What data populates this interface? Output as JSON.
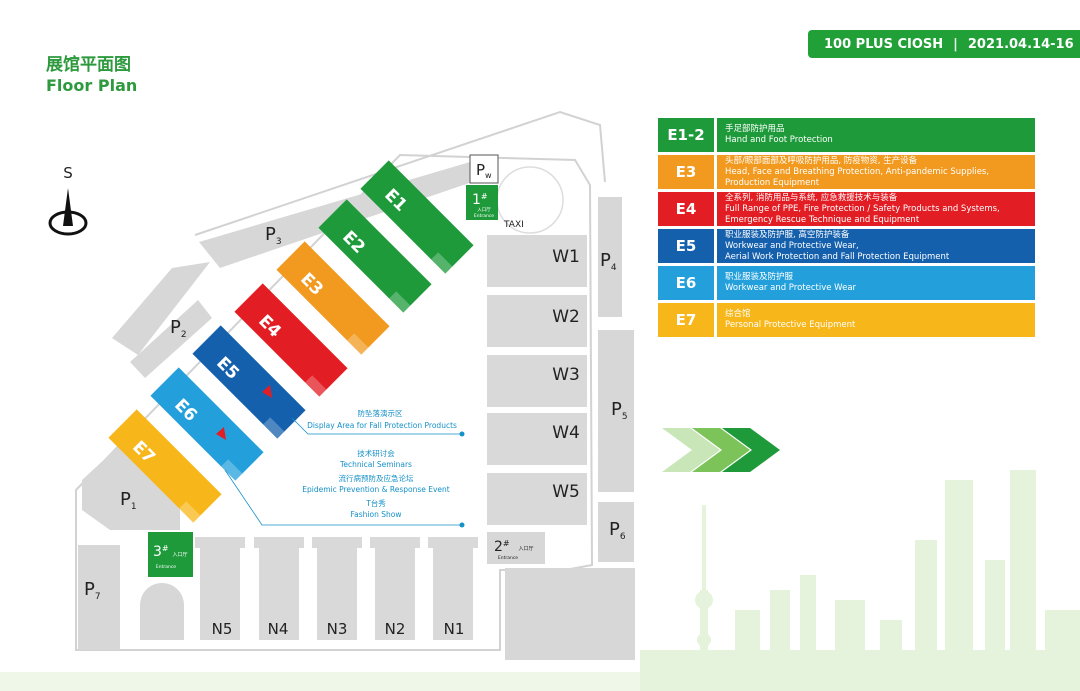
{
  "header": {
    "title_cn": "展馆平面图",
    "title_en": "Floor Plan",
    "event_name": "100 PLUS CIOSH",
    "separator": "|",
    "event_date": "2021.04.14-16"
  },
  "compass": {
    "label": "S"
  },
  "halls": [
    {
      "code": "E1",
      "color": "#1e9a3b"
    },
    {
      "code": "E2",
      "color": "#1e9a3b"
    },
    {
      "code": "E3",
      "color": "#f29a1f"
    },
    {
      "code": "E4",
      "color": "#e31d24"
    },
    {
      "code": "E5",
      "color": "#1560ad"
    },
    {
      "code": "E6",
      "color": "#23a0dc"
    },
    {
      "code": "E7",
      "color": "#f7b71a"
    }
  ],
  "west_halls": [
    "W1",
    "W2",
    "W3",
    "W4",
    "W5"
  ],
  "north_halls": [
    "N5",
    "N4",
    "N3",
    "N2",
    "N1"
  ],
  "parking": {
    "p1": {
      "main": "P",
      "sub": "1"
    },
    "p2": {
      "main": "P",
      "sub": "2"
    },
    "p3": {
      "main": "P",
      "sub": "3"
    },
    "p4": {
      "main": "P",
      "sub": "4"
    },
    "p5": {
      "main": "P",
      "sub": "5"
    },
    "p6": {
      "main": "P",
      "sub": "6"
    },
    "p7": {
      "main": "P",
      "sub": "7"
    },
    "pw": {
      "main": "P",
      "sub": "w"
    }
  },
  "taxi": "TAXI",
  "entrances": {
    "e1": {
      "num": "1",
      "mark": "#",
      "cn": "入口厅",
      "en": "Entrance"
    },
    "e2": {
      "num": "2",
      "mark": "#",
      "cn": "入口厅",
      "en": "Entrance"
    },
    "e3": {
      "num": "3",
      "mark": "#",
      "cn": "入口厅",
      "en": "Entrance"
    }
  },
  "annotations": {
    "fall_cn": "防坠落演示区",
    "fall_en": "Display Area for Fall Protection Products",
    "seminar_cn": "技术研讨会",
    "seminar_en": "Technical Seminars",
    "epidemic_cn": "流行病预防及应急论坛",
    "epidemic_en": "Epidemic Prevention & Response Event",
    "fashion_cn": "T台秀",
    "fashion_en": "Fashion Show"
  },
  "legend": [
    {
      "code": "E1-2",
      "color": "#1e9a3b",
      "lines": [
        "手足部防护用品",
        "Hand and Foot Protection"
      ]
    },
    {
      "code": "E3",
      "color": "#f29a1f",
      "lines": [
        "头部/眼部面部及呼吸防护用品, 防疫物资, 生产设备",
        "Head, Face and Breathing Protection, Anti-pandemic Supplies,",
        "Production Equipment"
      ]
    },
    {
      "code": "E4",
      "color": "#e31d24",
      "lines": [
        "全系列, 消防用品与系统, 应急救援技术与装备",
        "Full Range of PPE, Fire Protection / Safety Products and Systems,",
        "Emergency Rescue Technique and Equipment"
      ]
    },
    {
      "code": "E5",
      "color": "#1560ad",
      "lines": [
        "职业服装及防护服, 高空防护装备",
        "Workwear and Protective Wear,",
        "Aerial Work Protection and Fall Protection Equipment"
      ]
    },
    {
      "code": "E6",
      "color": "#23a0dc",
      "lines": [
        "职业服装及防护服",
        "Workwear and Protective Wear"
      ]
    },
    {
      "code": "E7",
      "color": "#f7b71a",
      "lines": [
        "综合馆",
        "Personal Protective Equipment"
      ]
    }
  ]
}
